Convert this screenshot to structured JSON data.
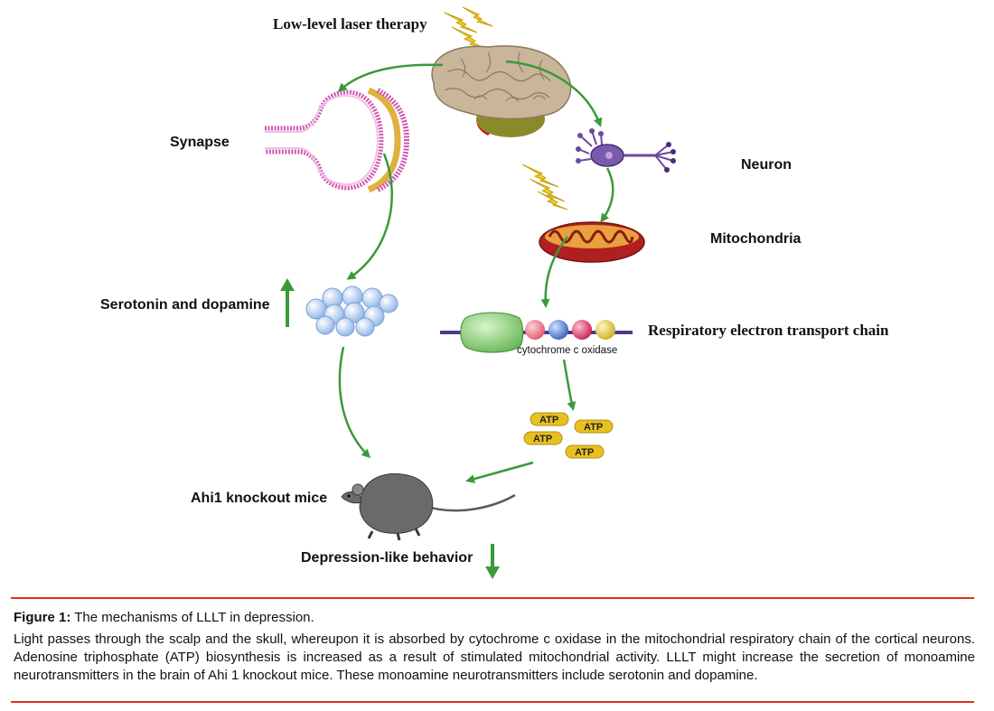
{
  "diagram": {
    "title": "Low-level laser therapy",
    "labels": {
      "synapse": "Synapse",
      "neuron": "Neuron",
      "mitochondria": "Mitochondria",
      "serotonin": "Serotonin and dopamine",
      "etc": "Respiratory electron transport chain",
      "cytochrome": "cytochrome c oxidase",
      "mice": "Ahi1 knockout mice",
      "behavior": "Depression-like behavior"
    },
    "atp_label": "ATP",
    "colors": {
      "arrow": "#3a9a3a",
      "laser": "#f0d020",
      "brain": "#c8b59a",
      "cerebellum": "#8a8a2a",
      "brainstem": "#c02020",
      "synapse_pink": "#d058b0",
      "synapse_gold": "#e0b040",
      "mito_outer": "#b02020",
      "mito_inner": "#e8a040",
      "etc_green": "#8ccf7a",
      "bead_pink": "#f07a8a",
      "bead_blue": "#5a82d8",
      "bead_red": "#e0406a",
      "bead_yellow": "#e8d040",
      "atp_gold": "#e8c020",
      "vesicles": "#a8c8f0",
      "mouse": "#6a6a6a",
      "rule": "#e0301e"
    }
  },
  "caption": {
    "label": "Figure 1:",
    "title": "The mechanisms of LLLT in depression.",
    "text": "Light passes through the scalp and the skull, whereupon it is absorbed by cytochrome c oxidase in the mitochondrial respiratory chain of the cortical neurons. Adenosine triphosphate (ATP) biosynthesis is increased as a result of stimulated mitochondrial activity. LLLT might increase the secretion of monoamine neurotransmitters in the brain of Ahi 1 knockout mice. These monoamine neurotransmitters include serotonin and dopamine."
  }
}
